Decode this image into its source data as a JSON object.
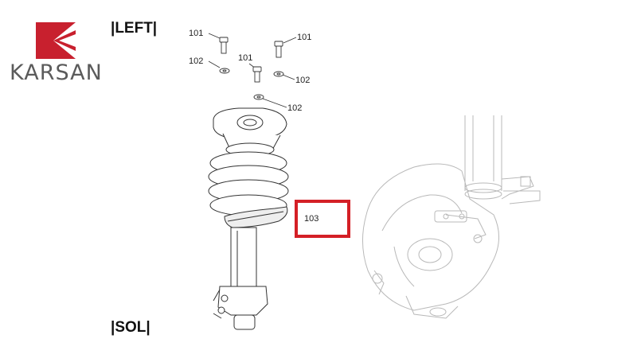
{
  "brand": {
    "name": "KARSAN",
    "color": "#c8202e"
  },
  "labels": {
    "left": "|LEFT|",
    "sol": "|SOL|"
  },
  "callouts": [
    {
      "id": "bolt-1",
      "text": "101"
    },
    {
      "id": "bolt-2",
      "text": "101"
    },
    {
      "id": "bolt-3",
      "text": "101"
    },
    {
      "id": "washer-1",
      "text": "102"
    },
    {
      "id": "washer-2",
      "text": "102"
    },
    {
      "id": "washer-3",
      "text": "102"
    }
  ],
  "highlight": {
    "text": "103",
    "color": "#d41f26"
  }
}
